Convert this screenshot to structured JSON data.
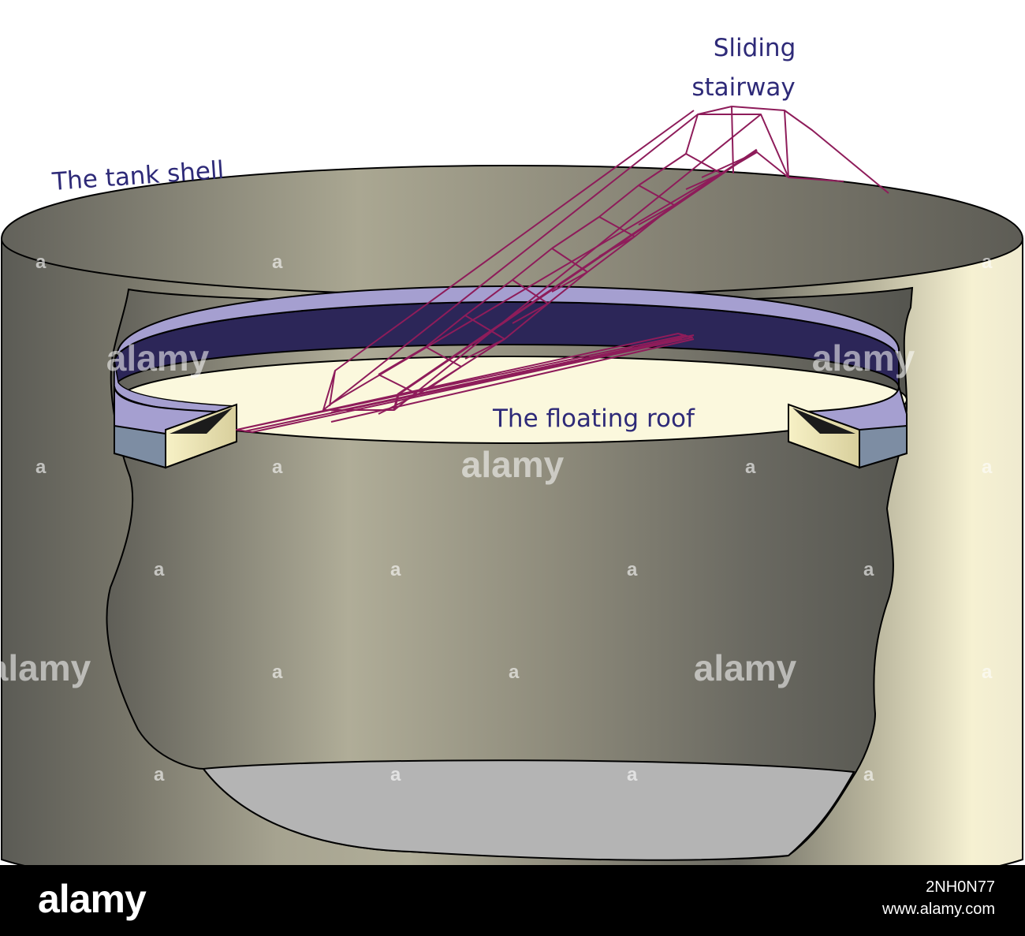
{
  "labels": {
    "tank_shell": "The tank shell",
    "floating_roof": "The floating roof",
    "sliding_line1": "Sliding",
    "sliding_line2": "stairway"
  },
  "watermark": {
    "text": "alamy",
    "corner_mark": "a"
  },
  "footer": {
    "logo": "alamy",
    "image_id": "2NH0N77",
    "site": "www.alamy.com"
  },
  "colors": {
    "label_text": "#2e2a78",
    "stairway": "#8e1c5a",
    "roof_seal_top": "#a59fd0",
    "roof_seal_band": "#2c2658",
    "roof_surface": "#fbf8dd",
    "tank_floor": "#b4b4b4",
    "footer_bg": "#000000"
  }
}
